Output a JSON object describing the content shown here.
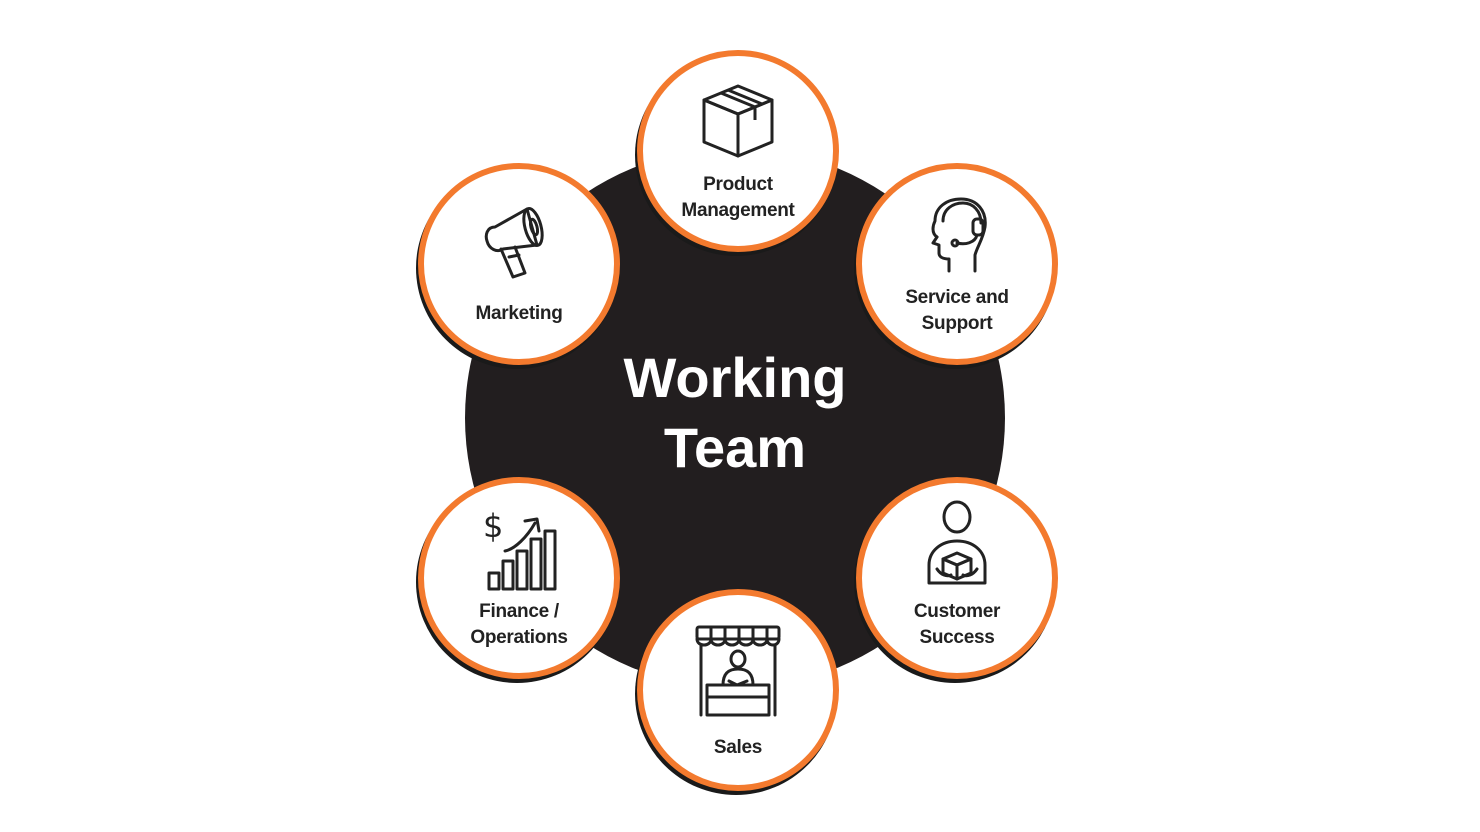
{
  "diagram": {
    "center": {
      "title": "Working\nTeam"
    },
    "nodes": [
      {
        "id": "product-management",
        "label": "Product\nManagement",
        "icon": "box-icon"
      },
      {
        "id": "service-support",
        "label": "Service and\nSupport",
        "icon": "headset-agent-icon"
      },
      {
        "id": "customer-success",
        "label": "Customer\nSuccess",
        "icon": "person-holding-box-icon"
      },
      {
        "id": "sales",
        "label": "Sales",
        "icon": "storefront-icon"
      },
      {
        "id": "finance-operations",
        "label": "Finance /\nOperations",
        "icon": "growth-chart-dollar-icon"
      },
      {
        "id": "marketing",
        "label": "Marketing",
        "icon": "megaphone-icon"
      }
    ]
  },
  "colors": {
    "accent": "#f37a2e",
    "hub": "#221e1f",
    "node_fill": "#ffffff",
    "text_dark": "#222222",
    "text_light": "#ffffff"
  }
}
